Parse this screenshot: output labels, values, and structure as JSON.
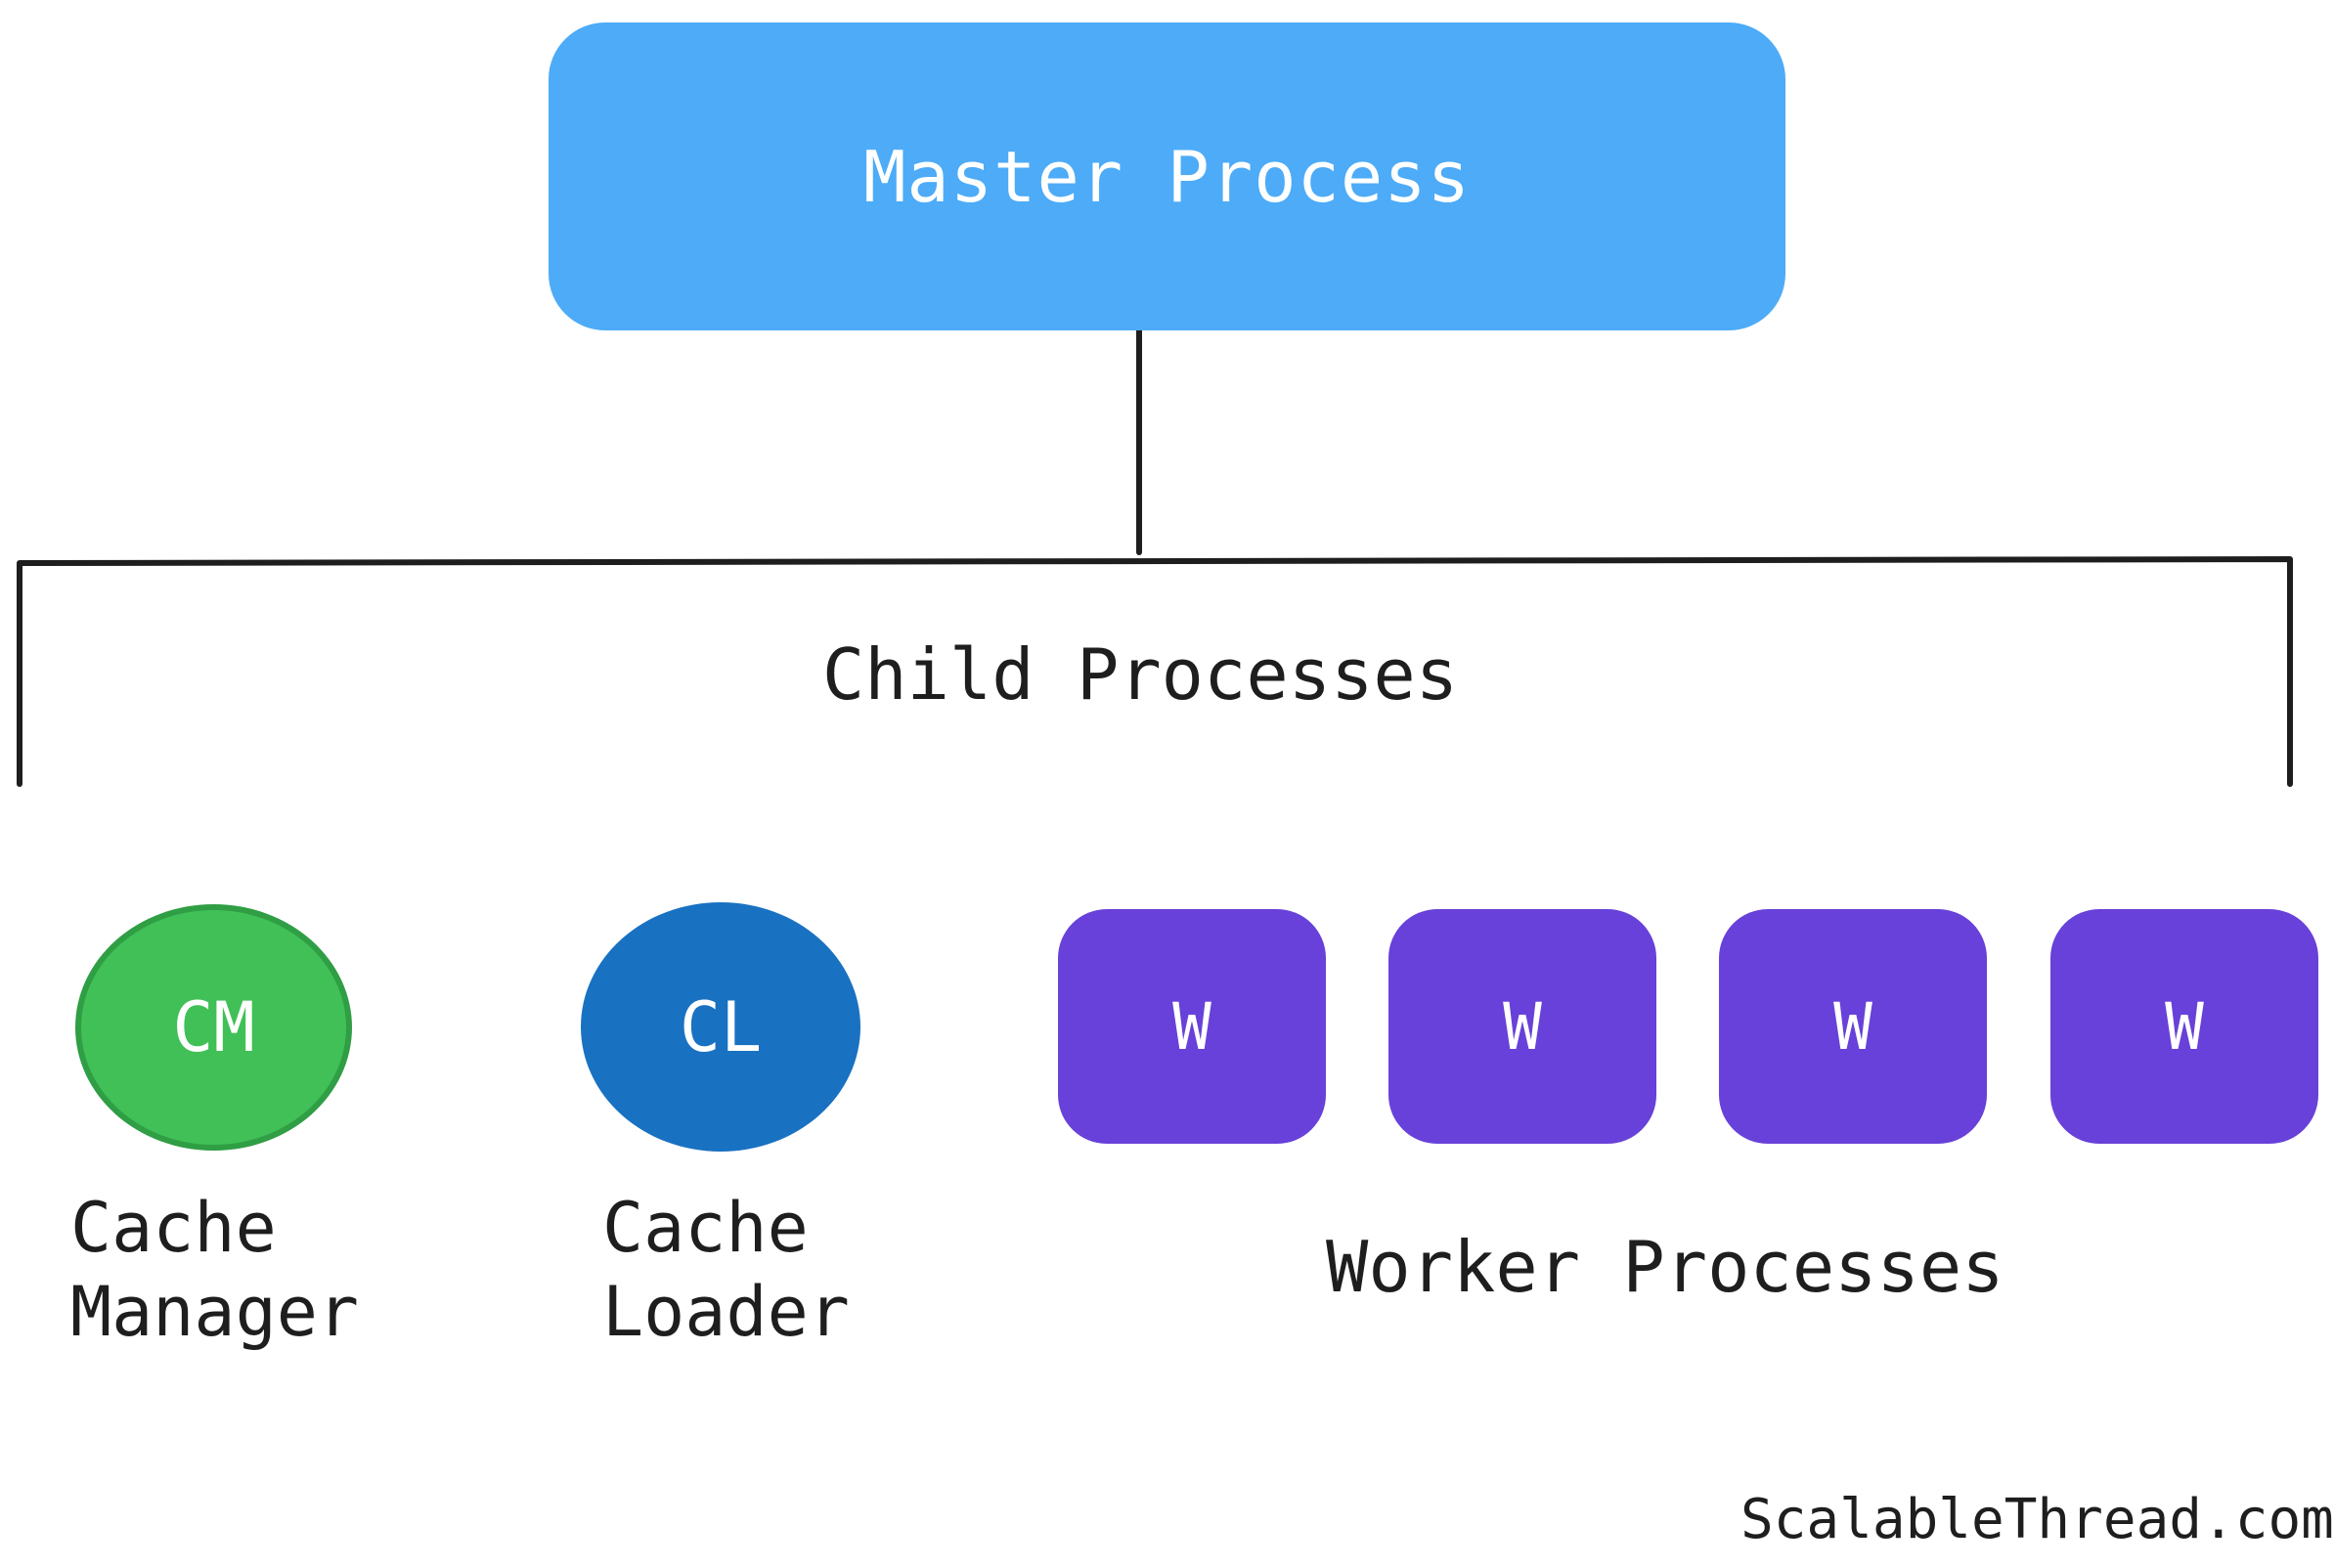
{
  "master": {
    "label": "Master Process"
  },
  "child_group": {
    "label": "Child Processes"
  },
  "nodes": {
    "cache_manager": {
      "abbr": "CM",
      "label": "Cache\nManager",
      "fill": "#40c057",
      "stroke": "#2f9e44"
    },
    "cache_loader": {
      "abbr": "CL",
      "label": "Cache\nLoader",
      "fill": "#1971c2"
    },
    "workers": [
      {
        "abbr": "W"
      },
      {
        "abbr": "W"
      },
      {
        "abbr": "W"
      },
      {
        "abbr": "W"
      }
    ],
    "workers_label": "Worker Processes",
    "worker_fill": "#6741d9"
  },
  "colors": {
    "master": "#4dabf7",
    "lines": "#1e1e1e"
  },
  "footer": {
    "credit": "ScalableThread.com"
  }
}
